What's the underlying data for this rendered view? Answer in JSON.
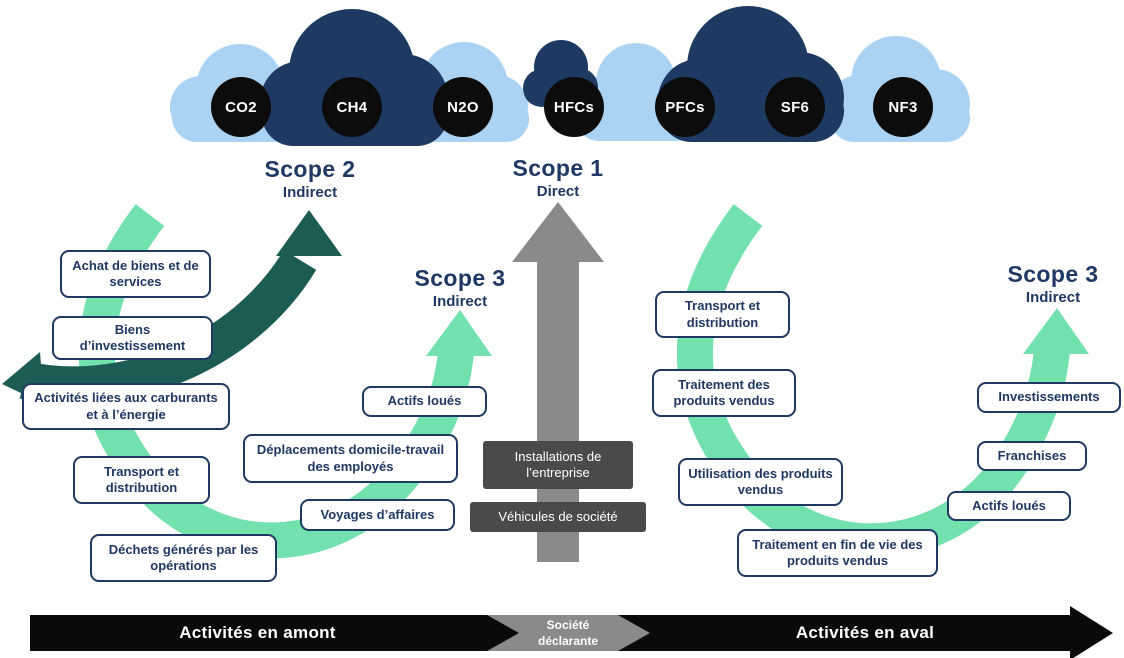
{
  "gases": [
    "CO2",
    "CH4",
    "N2O",
    "HFCs",
    "PFCs",
    "SF6",
    "NF3"
  ],
  "scope_labels": {
    "scope2": {
      "title": "Scope 2",
      "subtitle": "Indirect"
    },
    "scope1": {
      "title": "Scope 1",
      "subtitle": "Direct"
    },
    "scope3_up": {
      "title": "Scope 3",
      "subtitle": "Indirect"
    },
    "scope3_down": {
      "title": "Scope 3",
      "subtitle": "Indirect"
    }
  },
  "upstream": {
    "boxes": [
      "Achat de biens et de services",
      "Biens d’investissement",
      "Activités liées aux carburants et à l’énergie",
      "Transport et distribution",
      "Déchets générés par les opérations",
      "Déplacements domicile-travail des employés",
      "Voyages d’affaires",
      "Actifs loués"
    ]
  },
  "company": {
    "boxes": [
      "Installations de l’entreprise",
      "Véhicules de société"
    ]
  },
  "downstream": {
    "boxes": [
      "Transport et distribution",
      "Traitement des produits vendus",
      "Utilisation des produits vendus",
      "Traitement en fin de vie des produits vendus",
      "Investissements",
      "Franchises",
      "Actifs loués"
    ]
  },
  "banner": {
    "upstream": "Activités en amont",
    "company": "Société déclarante",
    "downstream": "Activités en aval"
  },
  "colors": {
    "navy": "#1f3864",
    "teal_dark": "#1d5c54",
    "mint": "#72e1ad",
    "gray_arrow": "#8a8a8a",
    "gray_box": "#4a4a4a",
    "cloud_light": "#a9d2f3",
    "cloud_dark": "#1e3a63",
    "gas_circle": "#0c0c0c",
    "banner_black": "#0a0a0a"
  }
}
